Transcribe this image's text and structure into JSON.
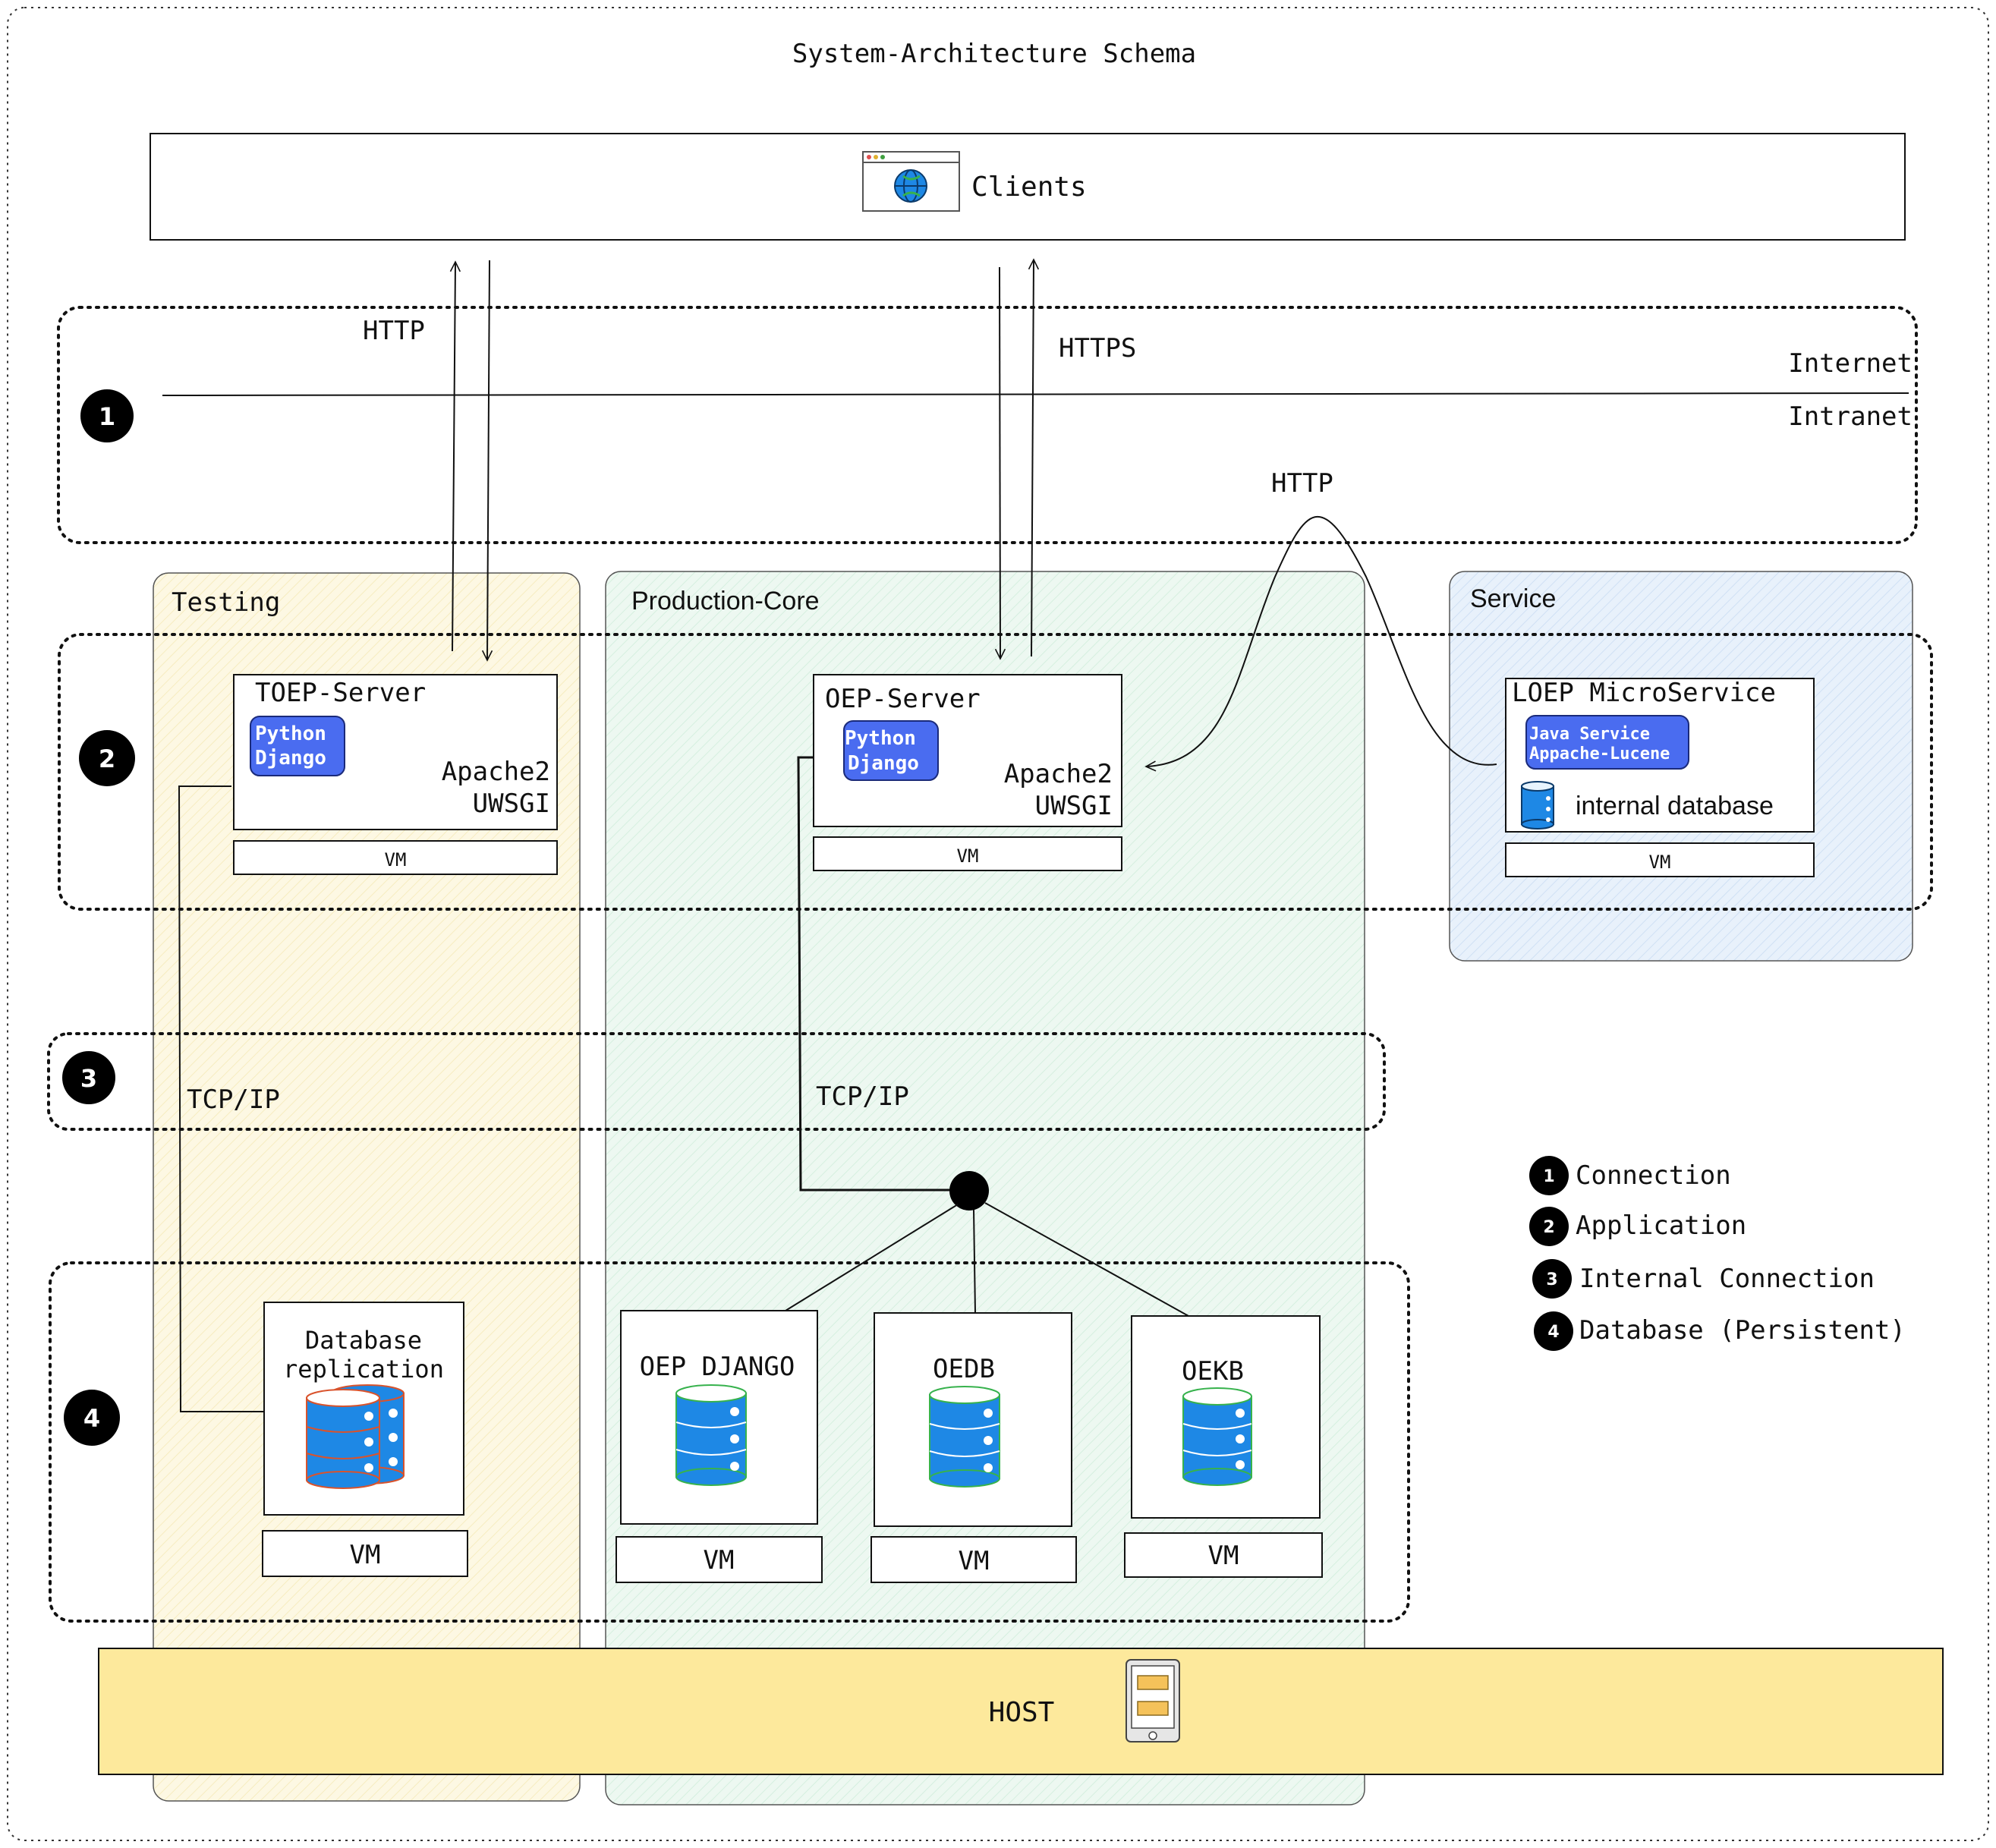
{
  "title": "System-Architecture Schema",
  "clients": {
    "label": "Clients"
  },
  "connections": {
    "http_left": "HTTP",
    "https": "HTTPS",
    "http_service": "HTTP",
    "internet": "Internet",
    "intranet": "Intranet",
    "tcp_left": "TCP/IP",
    "tcp_right": "TCP/IP"
  },
  "zones": {
    "testing": "Testing",
    "production": "Production-Core",
    "service": "Service"
  },
  "layers": [
    "1",
    "2",
    "3",
    "4"
  ],
  "servers": {
    "toep": {
      "title": "TOEP-Server",
      "badge_line1": "Python",
      "badge_line2": "Django",
      "stack_line1": "Apache2",
      "stack_line2": "UWSGI",
      "vm": "VM"
    },
    "oep": {
      "title": "OEP-Server",
      "badge_line1": "Python",
      "badge_line2": "Django",
      "stack_line1": "Apache2",
      "stack_line2": "UWSGI",
      "vm": "VM"
    },
    "loep": {
      "title": "LOEP MicroService",
      "badge_line1": "Java Service",
      "badge_line2": "Appache-Lucene",
      "db_label": "internal database",
      "vm": "VM"
    }
  },
  "databases": {
    "replication": {
      "line1": "Database",
      "line2": "replication",
      "vm": "VM"
    },
    "oep_django": {
      "label": "OEP DJANGO",
      "vm": "VM"
    },
    "oedb": {
      "label": "OEDB",
      "vm": "VM"
    },
    "oekb": {
      "label": "OEKB",
      "vm": "VM"
    }
  },
  "host": {
    "label": "HOST"
  },
  "legend": [
    {
      "num": "1",
      "label": "Connection"
    },
    {
      "num": "2",
      "label": "Application"
    },
    {
      "num": "3",
      "label": "Internal Connection"
    },
    {
      "num": "4",
      "label": "Database (Persistent)"
    }
  ],
  "colors": {
    "testing_fill": "#fdf8e3",
    "production_fill": "#eaf7ef",
    "service_fill": "#e6f0fa",
    "badge_blue": "#4a6cf0",
    "db_blue": "#1e88e5",
    "host_fill": "#fde99c",
    "black": "#000000"
  }
}
